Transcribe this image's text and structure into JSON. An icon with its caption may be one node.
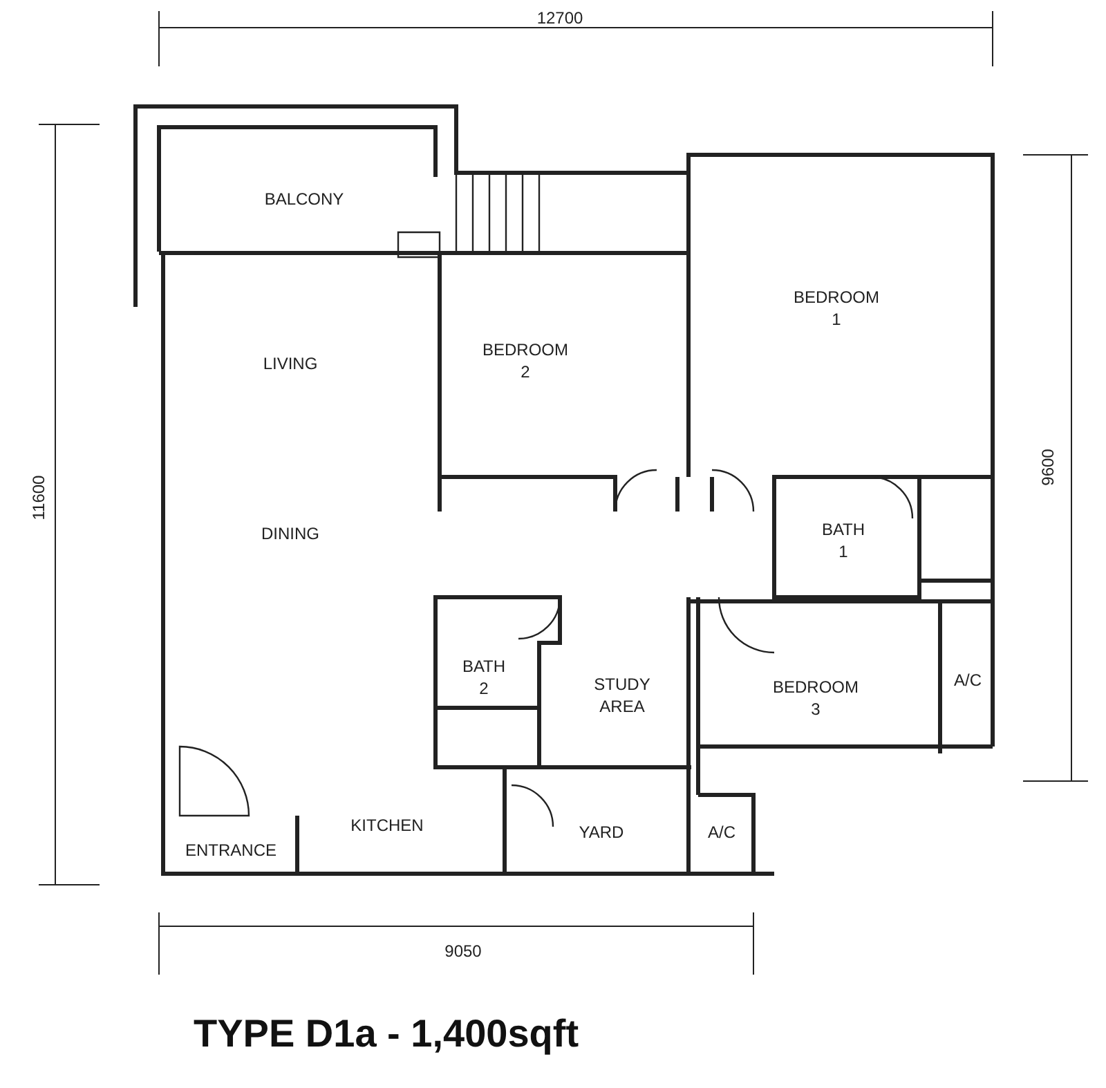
{
  "diagram": {
    "title": "TYPE D1a - 1,400sqft",
    "labels": [
      "12700",
      "BALCONY",
      "BEDROOM 1",
      "LIVING",
      "BEDROOM 2",
      "11600",
      "9600",
      "DINING",
      "BATH 1",
      "BATH 2",
      "STUDY AREA",
      "BEDROOM 3",
      "A/C",
      "KITCHEN",
      "YARD",
      "A/C",
      "ENTRANCE",
      "9050"
    ]
  }
}
